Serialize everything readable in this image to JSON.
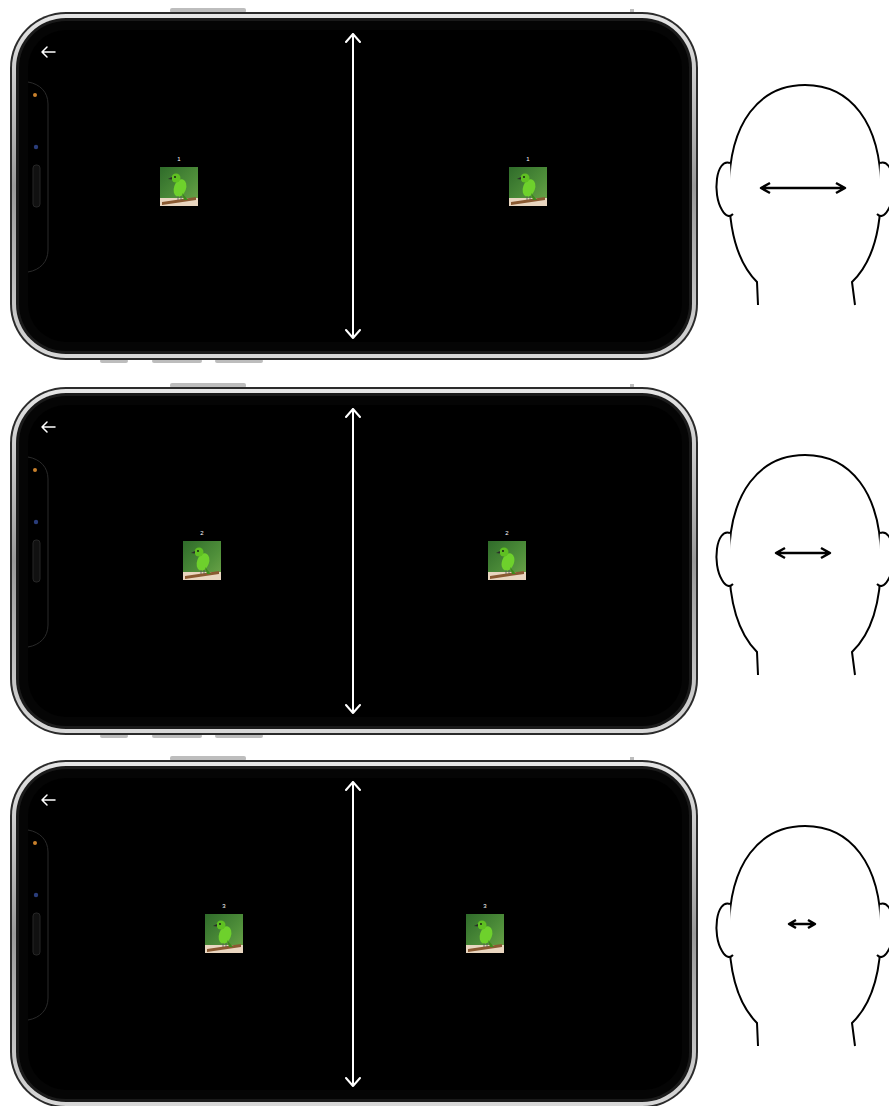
{
  "diagram": {
    "labels": [
      "1",
      "1",
      "2",
      "2",
      "3",
      "3"
    ]
  }
}
